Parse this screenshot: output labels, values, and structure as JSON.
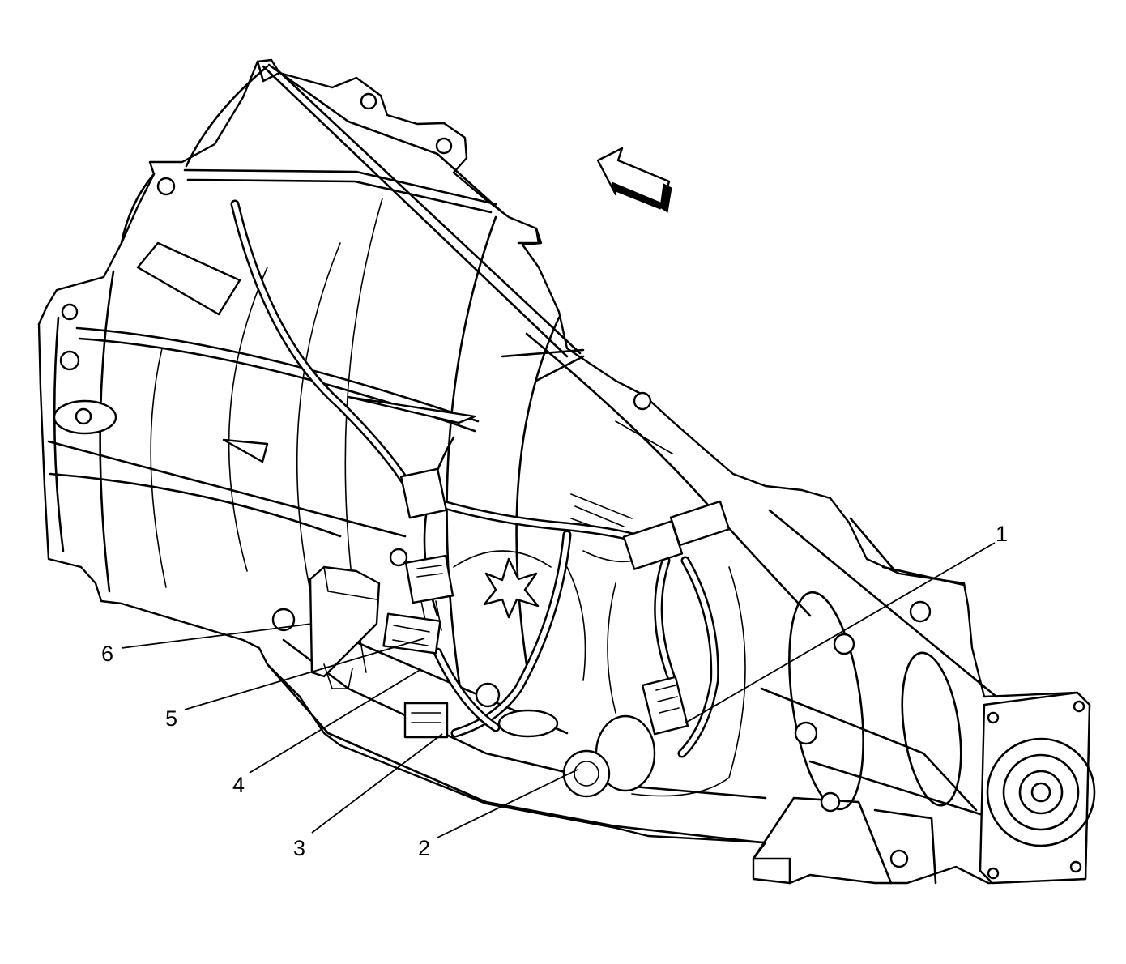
{
  "figure": {
    "callouts": [
      "1",
      "2",
      "3",
      "4",
      "5",
      "6"
    ]
  },
  "icons": {
    "orientation_arrow": "direction-arrow-icon"
  },
  "colors": {
    "line": "#000000",
    "background": "#ffffff"
  }
}
